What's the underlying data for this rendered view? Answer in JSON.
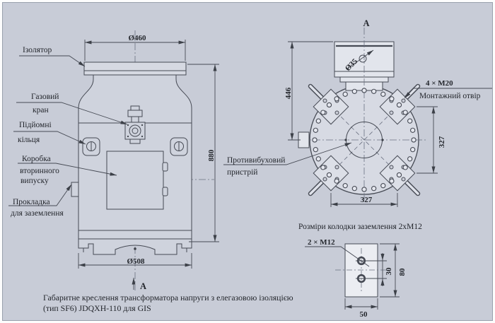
{
  "colors": {
    "background": "#c8ccd7",
    "line": "#464a54",
    "text": "#23262c"
  },
  "front_view": {
    "labels": {
      "insulator": "Ізолятор",
      "gas_valve_line1": "Газовий",
      "gas_valve_line2": "кран",
      "lifting_rings_line1": "Підйомні",
      "lifting_rings_line2": "кільця",
      "secondary_box_line1": "Коробка",
      "secondary_box_line2": "вторинного",
      "secondary_box_line3": "випуску",
      "gasket_line1": "Прокладка",
      "gasket_line2": "для заземлення"
    },
    "dims": {
      "top_flange_diameter": "Ø460",
      "base_diameter": "Ø508",
      "height": "880"
    },
    "section_marker": "A"
  },
  "top_view": {
    "section_marker": "A",
    "labels": {
      "gas_port_diameter": "Ø35",
      "bolt_spec": "4 × M20",
      "mounting_hole": "Монтажний отвір",
      "explosion_device_line1": "Противибуховий",
      "explosion_device_line2": "пристрій"
    },
    "dims": {
      "box_height": "446",
      "bolt_span_vertical": "327",
      "bolt_span_horizontal": "327"
    }
  },
  "ground_block": {
    "title": "Розміри колодки заземлення 2хМ12",
    "bolt_spec": "2 × M12",
    "dims": {
      "hole_spacing": "30",
      "height": "80",
      "width": "50"
    }
  },
  "caption": {
    "line1": "Габаритне креслення трансформатора напруги з елегазовою ізоляцією",
    "line2": "(тип SF6) JDQXH-110 для GIS"
  }
}
